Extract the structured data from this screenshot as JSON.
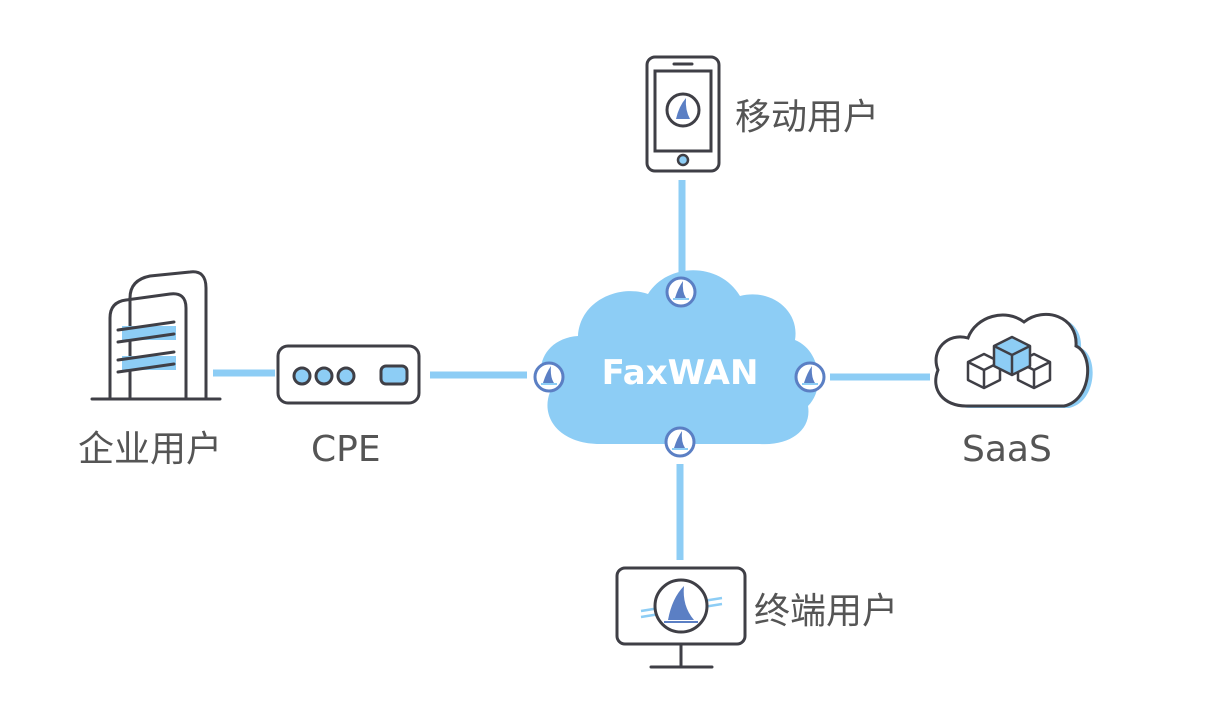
{
  "colors": {
    "link": "#8dcdf5",
    "cloud": "#8dcdf5",
    "outline": "#3f3f46",
    "accent": "#8dcdf5",
    "sail": "#5b7fc4",
    "label": "#555555"
  },
  "cloud": {
    "label": "FaxWAN"
  },
  "nodes": {
    "enterprise": {
      "label": "企业用户",
      "icon": "building-icon"
    },
    "cpe": {
      "label": "CPE",
      "icon": "router-icon"
    },
    "mobile": {
      "label": "移动用户",
      "icon": "phone-icon"
    },
    "saas": {
      "label": "SaaS",
      "icon": "cloud-cubes-icon"
    },
    "terminal": {
      "label": "终端用户",
      "icon": "monitor-icon"
    }
  }
}
